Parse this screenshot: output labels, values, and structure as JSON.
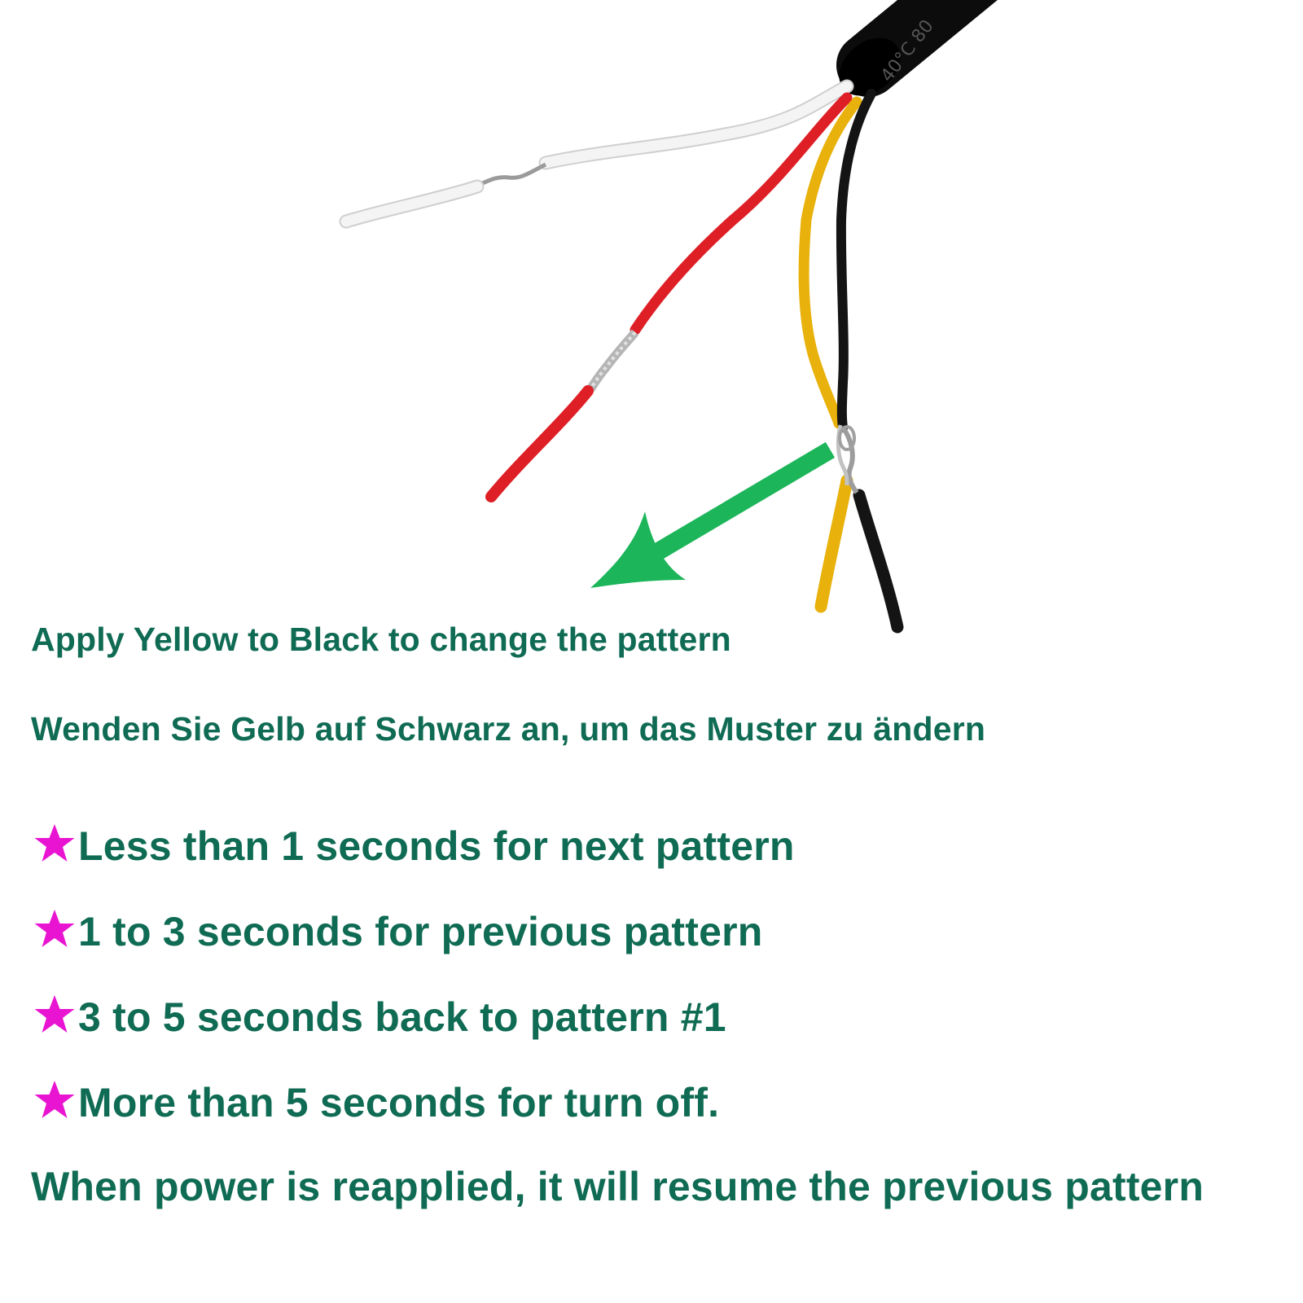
{
  "colors": {
    "text": "#0f6b53",
    "star": "#e814d2",
    "arrow": "#1cb55a",
    "wire_white": "#f2f2f2",
    "wire_red": "#de1f26",
    "wire_yellow": "#e8b10b",
    "wire_black": "#141414",
    "jacket": "#0c0c0c",
    "metal": "#b8b8b8"
  },
  "icons": {
    "bullet": "star-icon",
    "arrow": "arrow-down-left-icon"
  },
  "cable": {
    "jacket_print": "40°C  80"
  },
  "instruction": {
    "english": "Apply Yellow to Black to change the pattern",
    "german": "Wenden Sie Gelb auf Schwarz an, um das Muster zu ändern"
  },
  "rules": [
    "Less than 1 seconds for next pattern",
    "1 to 3 seconds for previous pattern",
    "3 to 5 seconds back to pattern #1",
    "More than 5 seconds for turn off."
  ],
  "footer": "When power is reapplied, it will resume the previous pattern"
}
